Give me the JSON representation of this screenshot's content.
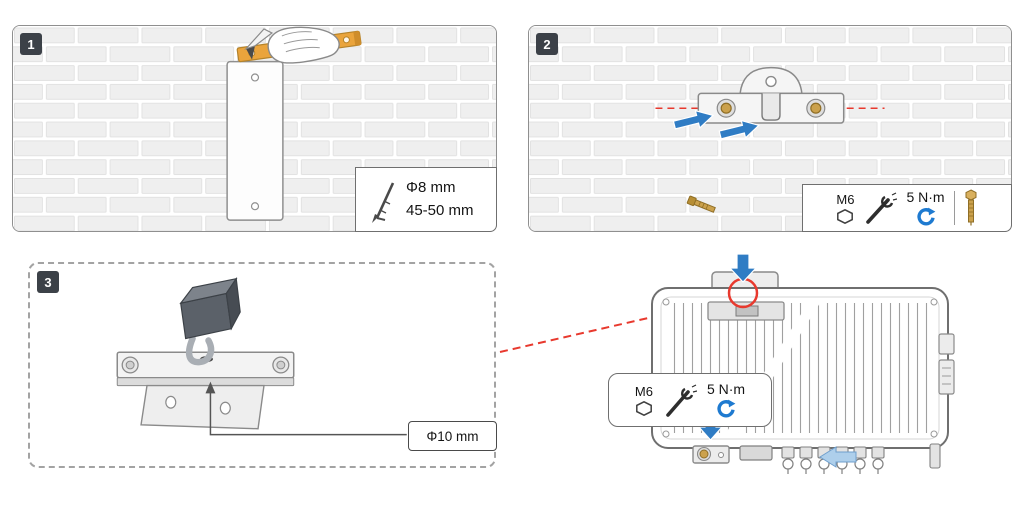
{
  "panels": {
    "step1": {
      "badge": "1",
      "spec": {
        "diameter": "Φ8 mm",
        "depth": "45-50 mm"
      }
    },
    "step2": {
      "badge": "2",
      "spec": {
        "bolt": "M6",
        "torque": "5 N·m"
      }
    },
    "step3": {
      "badge": "3",
      "spec": {
        "hole": "Φ10 mm"
      }
    }
  },
  "inverter": {
    "spec": {
      "bolt": "M6",
      "torque": "5 N·m"
    }
  },
  "icons": {
    "drill_bit": "drill-bit-icon",
    "hex_bolt": "hex-bolt-icon",
    "torque_wrench": "torque-wrench-icon",
    "torque_direction": "torque-direction-icon-clockwise",
    "expansion_anchor": "expansion-anchor-icon",
    "insert_arrow": "blue-insert-arrow-icon",
    "padlock": "padlock-icon",
    "hand_marker": "hand-with-marker-icon"
  },
  "colors": {
    "accent_blue": "#2f7cc4",
    "light_blue": "#aecfeb",
    "highlight_red": "#e8392e",
    "badge_bg": "#3c4148",
    "anchor_gold": "#cba14c",
    "brick_fill": "#efefef",
    "border_gray": "#8f8f8f"
  }
}
